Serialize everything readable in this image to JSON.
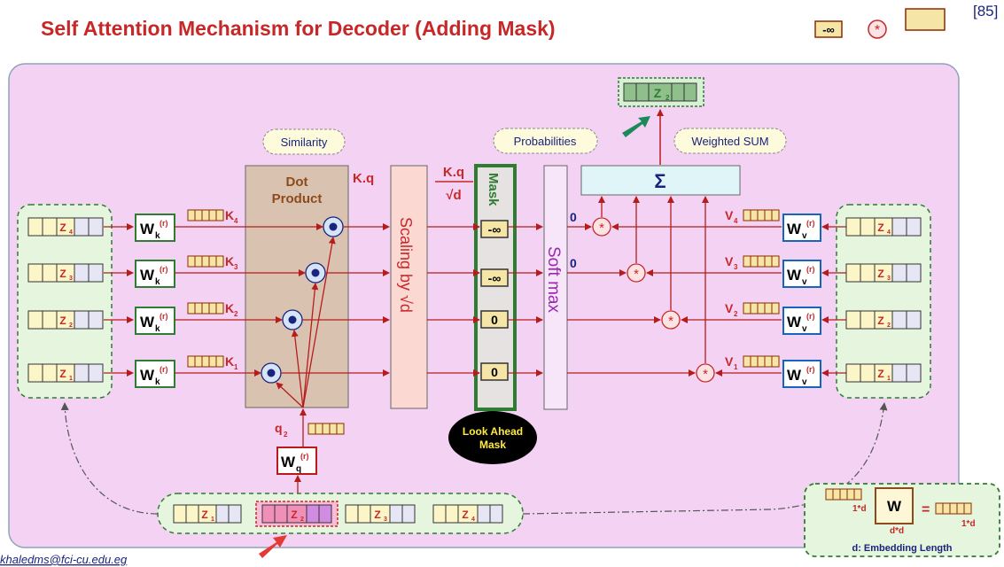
{
  "title": "Self Attention Mechanism for Decoder  (Adding Mask)",
  "page_number": "[85]",
  "legend": {
    "neg_inf": "-∞",
    "multiply": "*"
  },
  "callouts": {
    "similarity": "Similarity",
    "probabilities": "Probabilities",
    "weighted_sum": "Weighted SUM"
  },
  "dot_product": {
    "line1": "Dot",
    "line2": "Product"
  },
  "kq_label": "K.q",
  "scale_formula": {
    "numerator": "K.q",
    "denominator": "√d"
  },
  "scaling_label": "Scaling  by    √d",
  "mask_label": "Mask",
  "mask_values": [
    "-∞",
    "-∞",
    "0",
    "0"
  ],
  "softmax_label": "Soft max",
  "softmax_outputs": [
    "0",
    "0"
  ],
  "sigma": "Σ",
  "output_z": {
    "letter": "Z",
    "sub": "2"
  },
  "look_ahead": {
    "line1": "Look Ahead",
    "line2": "Mask"
  },
  "embeddings": [
    {
      "letter": "Z",
      "sub": "4"
    },
    {
      "letter": "Z",
      "sub": "3"
    },
    {
      "letter": "Z",
      "sub": "2"
    },
    {
      "letter": "Z",
      "sub": "1"
    }
  ],
  "bottom_embeddings": [
    {
      "letter": "Z",
      "sub": "1"
    },
    {
      "letter": "Z",
      "sub": "2"
    },
    {
      "letter": "Z",
      "sub": "3"
    },
    {
      "letter": "Z",
      "sub": "4"
    }
  ],
  "weights": {
    "w": "W",
    "key_sub": "k",
    "value_sub": "v",
    "query_sub": "q",
    "sup": "(r)"
  },
  "keys": [
    {
      "letter": "K",
      "sub": "4"
    },
    {
      "letter": "K",
      "sub": "3"
    },
    {
      "letter": "K",
      "sub": "2"
    },
    {
      "letter": "K",
      "sub": "1"
    }
  ],
  "values": [
    {
      "letter": "V",
      "sub": "4"
    },
    {
      "letter": "V",
      "sub": "3"
    },
    {
      "letter": "V",
      "sub": "2"
    },
    {
      "letter": "V",
      "sub": "1"
    }
  ],
  "query": {
    "letter": "q",
    "sub": "2"
  },
  "info_box": {
    "left_dim": "1*d",
    "matrix": "W",
    "matrix_dim": "d*d",
    "equals": "=",
    "right_dim": "1*d",
    "note": "d: Embedding Length"
  },
  "email": "khaledms@fci-cu.edu.eg",
  "colors": {
    "title": "#c62828",
    "panel": "#f3d2f3",
    "arrow": "#b71c1c",
    "key_weight": "#2e7d32",
    "value_weight": "#1565c0",
    "query_weight": "#b71c1c",
    "mask": "#2e7d32",
    "dot_product": "#d9c3b0"
  }
}
